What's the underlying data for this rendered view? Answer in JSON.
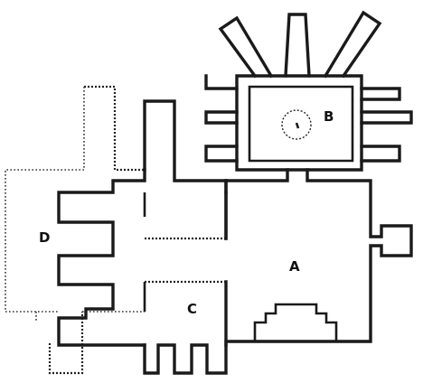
{
  "rooms": {
    "a": {
      "label": "A"
    },
    "b": {
      "label": "B"
    },
    "c": {
      "label": "C"
    },
    "d": {
      "label": "D"
    }
  },
  "colors": {
    "ink": "#1a1a1a",
    "paper": "#ffffff"
  }
}
